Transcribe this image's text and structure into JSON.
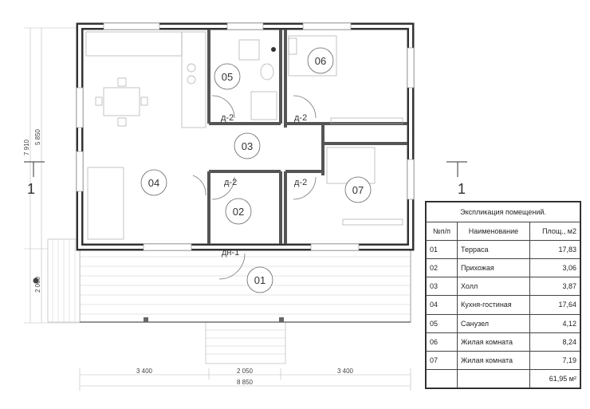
{
  "rooms": [
    {
      "num": "01"
    },
    {
      "num": "02"
    },
    {
      "num": "03"
    },
    {
      "num": "04"
    },
    {
      "num": "05"
    },
    {
      "num": "06"
    },
    {
      "num": "07"
    }
  ],
  "doors": {
    "d2": "д-2",
    "dn1": "дн-1"
  },
  "dims": {
    "bottom_left": "3 400",
    "bottom_mid": "2 050",
    "bottom_right": "3 400",
    "bottom_total": "8 850",
    "left_total": "7 910",
    "left_upper": "5 850",
    "left_lower": "2 060"
  },
  "section": {
    "label": "1"
  },
  "legend": {
    "title": "Экспликация помещений.",
    "headers": [
      "№п/п",
      "Наименование",
      "Площ., м2"
    ],
    "rows": [
      [
        "01",
        "Терраса",
        "17,83"
      ],
      [
        "02",
        "Прихожая",
        "3,06"
      ],
      [
        "03",
        "Холл",
        "3,87"
      ],
      [
        "04",
        "Кухня-гостиная",
        "17,64"
      ],
      [
        "05",
        "Санузел",
        "4,12"
      ],
      [
        "06",
        "Жилая комната",
        "8,24"
      ],
      [
        "07",
        "Жилая комната",
        "7,19"
      ]
    ],
    "total": "61,95 м²"
  }
}
